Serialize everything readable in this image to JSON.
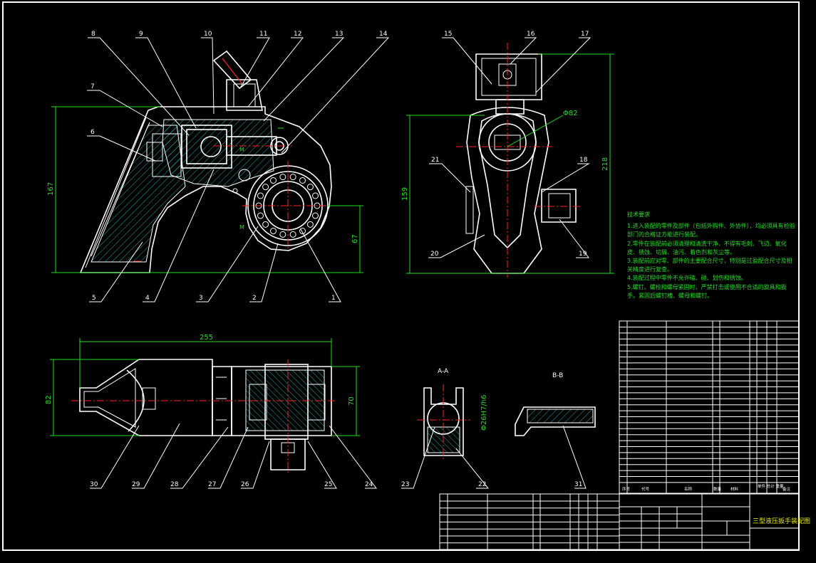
{
  "callouts": [
    "1",
    "2",
    "3",
    "4",
    "5",
    "6",
    "7",
    "8",
    "9",
    "10",
    "11",
    "12",
    "13",
    "14",
    "15",
    "16",
    "17",
    "18",
    "19",
    "20",
    "21",
    "22",
    "23",
    "24",
    "25",
    "26",
    "27",
    "28",
    "29",
    "30",
    "31"
  ],
  "dimensions": {
    "main_height": "167",
    "center_height": "67",
    "side_height": "159",
    "side_total": "218",
    "diameter": "Φ82",
    "width": "255",
    "left_height": "82",
    "right_height": "70",
    "fit": "Φ26H7/h6"
  },
  "sections": {
    "a": "A-A",
    "b": "B-B"
  },
  "notes": {
    "title": "技术要求",
    "lines": [
      "1.进入装配的零件及部件（包括外购件、外协件），均必须具有检验部门的合格证方能进行装配。",
      "2.零件在装配前必须清理和清洗干净，不得有毛刺、飞边、氧化皮、锈蚀、切屑、油污、着色剂和灰尘等。",
      "3.装配前应对零、部件的主要配合尺寸，特别是过盈配合尺寸及相关精度进行复查。",
      "4.装配过程中零件不允许磕、碰、划伤和锈蚀。",
      "5.螺钉、螺栓和螺母紧固时，严禁打击或使用不合适的旋具和扳手。紧固后螺钉槽、螺母和螺钉。"
    ]
  },
  "title_block": {
    "drawing_title": "三型液压扳手装配图",
    "col_seq": "序号",
    "col_code": "代号",
    "col_name": "名称",
    "col_qty": "数量",
    "col_material": "材料",
    "col_weight": "单件 总计 重量",
    "col_remark": "备注"
  },
  "colors": {
    "outline": "#ffffff",
    "dimension": "#22dd22",
    "centerline": "#ff2222",
    "hatch": "#21d4d4",
    "leader": "#ffffff"
  }
}
